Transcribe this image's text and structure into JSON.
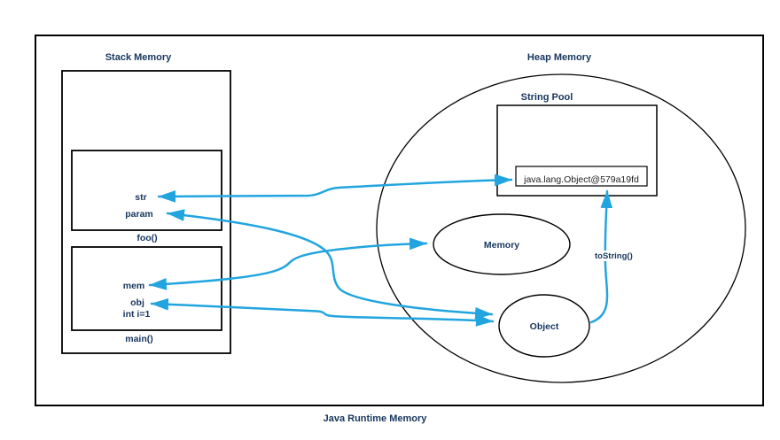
{
  "diagram_title": "Java Runtime Memory",
  "stack": {
    "title": "Stack Memory",
    "frames": [
      {
        "name": "foo()",
        "vars": [
          {
            "label": "str"
          },
          {
            "label": "param"
          }
        ]
      },
      {
        "name": "main()",
        "vars": [
          {
            "label": "mem"
          },
          {
            "label": "obj"
          },
          {
            "label": "int i=1"
          }
        ]
      }
    ]
  },
  "heap": {
    "title": "Heap Memory",
    "string_pool": {
      "title": "String Pool",
      "entry": "java.lang.Object@579a19fd"
    },
    "objects": [
      {
        "label": "Memory"
      },
      {
        "label": "Object"
      }
    ]
  },
  "edges": [
    {
      "from": "str",
      "to": "string-pool-entry",
      "bidirectional": true,
      "label": ""
    },
    {
      "from": "param",
      "to": "Object",
      "bidirectional": true,
      "label": ""
    },
    {
      "from": "mem",
      "to": "Memory",
      "bidirectional": true,
      "label": ""
    },
    {
      "from": "obj",
      "to": "Object",
      "bidirectional": true,
      "label": ""
    },
    {
      "from": "Object",
      "to": "string-pool-entry",
      "bidirectional": false,
      "label": "toString()"
    }
  ],
  "colors": {
    "arrow": "#22A5DF",
    "label_text": "#17365D",
    "entry_text": "#222222",
    "shape_stroke": "#000000",
    "background": "#FFFFFF"
  }
}
